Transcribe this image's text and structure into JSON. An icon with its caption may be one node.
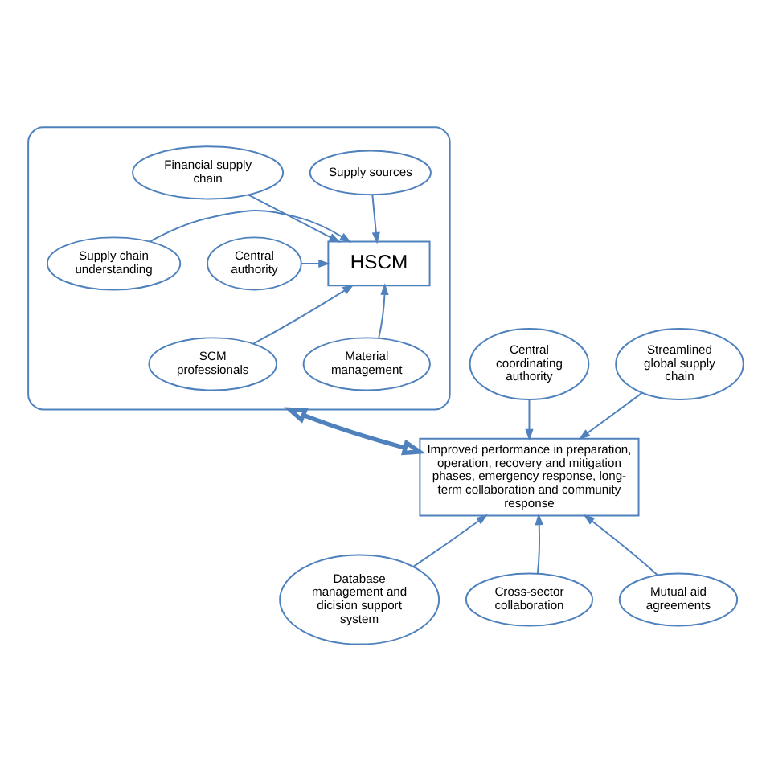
{
  "diagram": {
    "nodes": [
      {
        "text": [],
        "shape": "ellipse"
      },
      {
        "text": [
          "Supply sources"
        ],
        "in": 0
      },
      {
        "text": [
          "Financial supply chain"
        ],
        "in": 0
      },
      {
        "text": [
          "HSCM"
        ],
        "in": 0
      },
      {
        "text": [
          "Central authority"
        ],
        "in": 0
      },
      {
        "text": [
          "Supply chain understanding"
        ],
        "in": 0
      },
      {
        "text": [
          "SCM professionals"
        ],
        "in": 0
      },
      {
        "text": [
          "Material management"
        ],
        "in": 0
      },
      {
        "text": [
          "Central coordinating authority"
        ]
      },
      {
        "text": [
          "Streamlined global supply chain"
        ]
      },
      {
        "text": [
          "Improved performance in preparation, operation, recovery and mitigation phases, emergency response, long-term collaboration and community response"
        ]
      },
      {
        "text": [
          "Database management and dicision support system"
        ]
      },
      {
        "text": [
          "Cross-sector collaboration"
        ]
      },
      {
        "text": [
          "Mutual aid agreements"
        ]
      }
    ],
    "edges": [
      {
        "from": 1,
        "to": 3,
        "arrow": "to"
      },
      {
        "from": 2,
        "to": 3,
        "arrow": "to"
      },
      {
        "from": 4,
        "to": 3,
        "arrow": "to"
      },
      {
        "from": 5,
        "to": 3,
        "arrow": "to"
      },
      {
        "from": 6,
        "to": 3,
        "arrow": "to"
      },
      {
        "from": 7,
        "to": 3,
        "arrow": "to"
      },
      {
        "from": 0,
        "to": 10,
        "arrow": "both",
        "style": "thick"
      },
      {
        "from": 8,
        "to": 10,
        "arrow": "to"
      },
      {
        "from": 9,
        "to": 10,
        "arrow": "to"
      },
      {
        "from": 11,
        "to": 10,
        "arrow": "to"
      },
      {
        "from": 12,
        "to": 10,
        "arrow": "to"
      },
      {
        "from": 13,
        "to": 10,
        "arrow": "to"
      }
    ]
  }
}
